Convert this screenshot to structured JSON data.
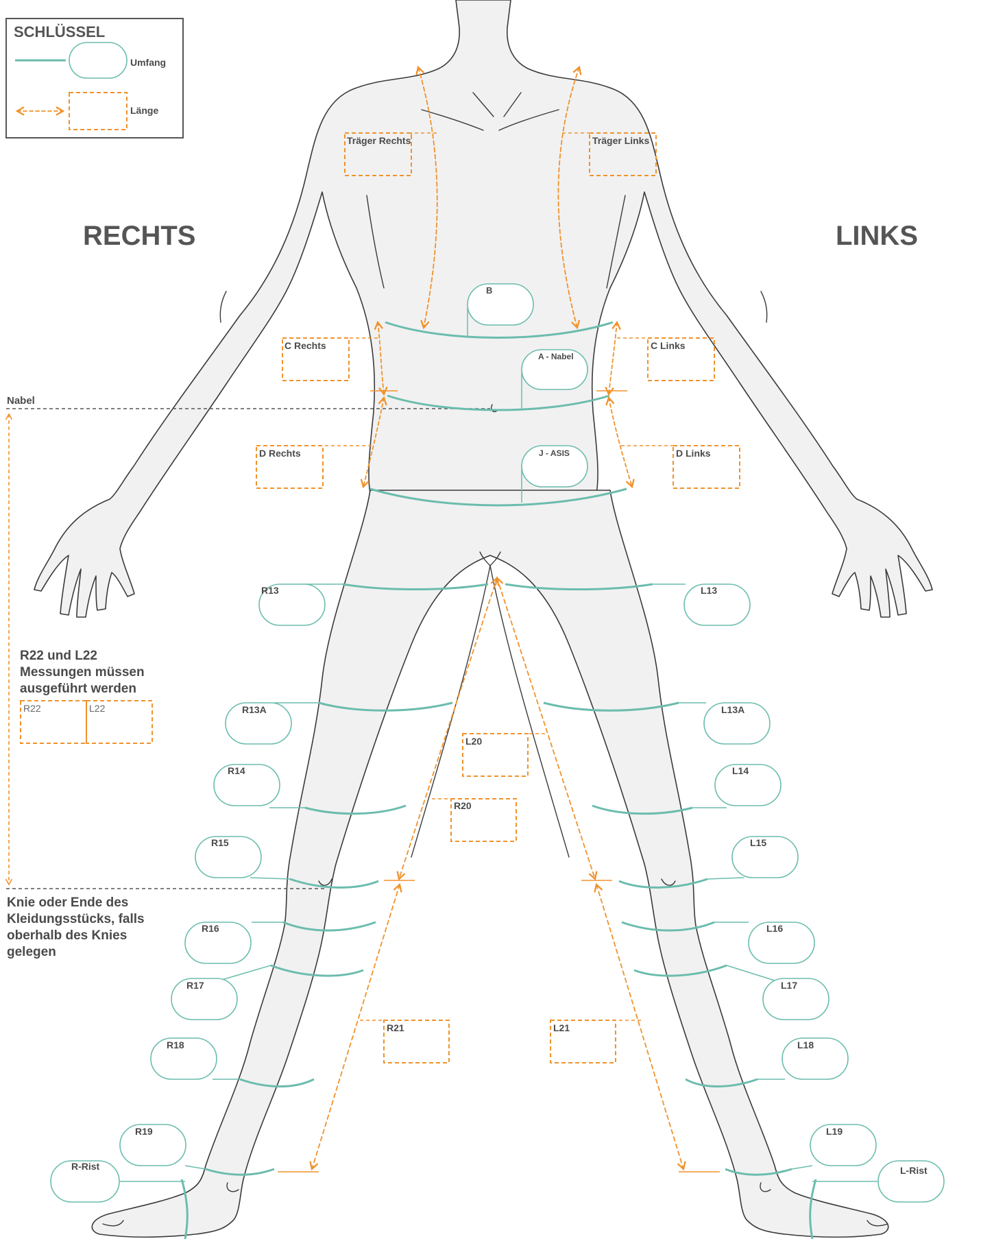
{
  "key": {
    "title": "SCHLÜSSEL",
    "circumference_label": "Umfang",
    "length_label": "Länge"
  },
  "sides": {
    "right": "RECHTS",
    "left": "LINKS"
  },
  "notes": {
    "navel": "Nabel",
    "r22_l22_line1": "R22 und L22",
    "r22_l22_line2": "Messungen müssen",
    "r22_l22_line3": "ausgeführt werden",
    "knee_line1": "Knie oder Ende des",
    "knee_line2": "Kleidungsstücks, falls",
    "knee_line3": "oberhalb des Knies",
    "knee_line4": "gelegen"
  },
  "length_boxes": {
    "strap_right": "Träger Rechts",
    "strap_left": "Träger Links",
    "c_right": "C Rechts",
    "c_left": "C Links",
    "d_right": "D Rechts",
    "d_left": "D Links",
    "r22": "R22",
    "l22": "L22",
    "l20": "L20",
    "r20": "R20",
    "r21": "R21",
    "l21": "L21"
  },
  "circumference_pills": {
    "b": "B",
    "a_navel": "A - Nabel",
    "j_asis": "J - ASIS",
    "r13": "R13",
    "l13": "L13",
    "r13a": "R13A",
    "l13a": "L13A",
    "r14": "R14",
    "l14": "L14",
    "r15": "R15",
    "l15": "L15",
    "r16": "R16",
    "l16": "L16",
    "r17": "R17",
    "l17": "L17",
    "r18": "R18",
    "l18": "L18",
    "r19": "R19",
    "l19": "L19",
    "r_ankle": "R-Rist",
    "l_ankle": "L-Rist"
  },
  "colors": {
    "circumference": "#6bbcad",
    "length": "#f0922b",
    "body_fill": "#f1f1f1",
    "outline": "#3a3a3a"
  }
}
